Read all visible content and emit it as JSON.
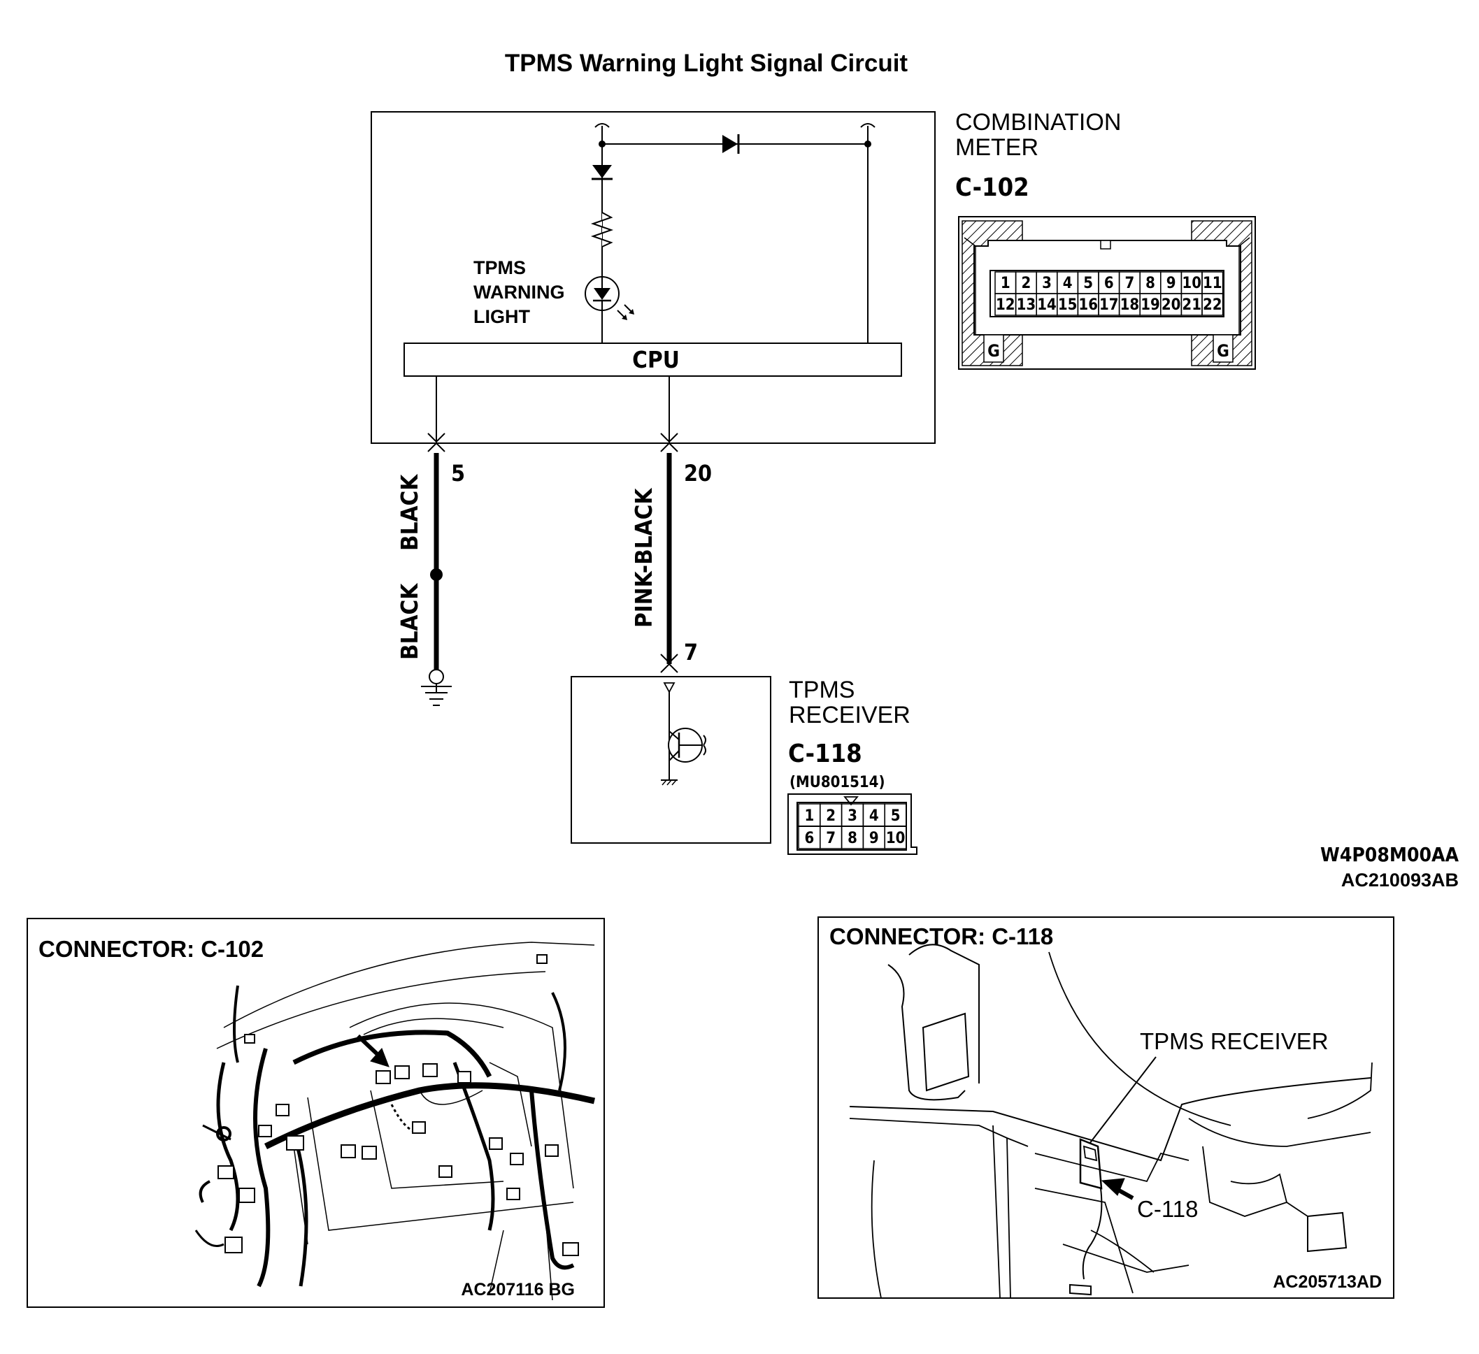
{
  "title": "TPMS Warning Light Signal Circuit",
  "combination_meter": {
    "name_line1": "COMBINATION",
    "name_line2": "METER",
    "connector_id": "C-102",
    "cpu_label": "CPU",
    "light_label": [
      "TPMS",
      "WARNING",
      "LIGHT"
    ],
    "pins_row1": [
      "1",
      "2",
      "3",
      "4",
      "5",
      "6",
      "7",
      "8",
      "9",
      "10",
      "11"
    ],
    "pins_row2": [
      "12",
      "13",
      "14",
      "15",
      "16",
      "17",
      "18",
      "19",
      "20",
      "21",
      "22"
    ],
    "guide_marks": [
      "G",
      "G"
    ]
  },
  "wires": {
    "pin_left": "5",
    "pin_middle": "20",
    "pin_receiver": "7",
    "left_upper_color": "BLACK",
    "left_lower_color": "BLACK",
    "middle_color": "PINK-BLACK"
  },
  "tpms_receiver": {
    "name_line1": "TPMS",
    "name_line2": "RECEIVER",
    "connector_id": "C-118",
    "part_number": "(MU801514)",
    "pins_row1": [
      "1",
      "2",
      "3",
      "4",
      "5"
    ],
    "pins_row2": [
      "6",
      "7",
      "8",
      "9",
      "10"
    ]
  },
  "figure_codes": {
    "diagram_code_1": "W4P08M00AA",
    "diagram_code_2": "AC210093AB"
  },
  "panel_c102": {
    "title": "CONNECTOR: C-102",
    "figure_code": "AC207116 BG"
  },
  "panel_c118": {
    "title": "CONNECTOR: C-118",
    "receiver_label": "TPMS RECEIVER",
    "connector_label": "C-118",
    "figure_code": "AC205713AD"
  }
}
